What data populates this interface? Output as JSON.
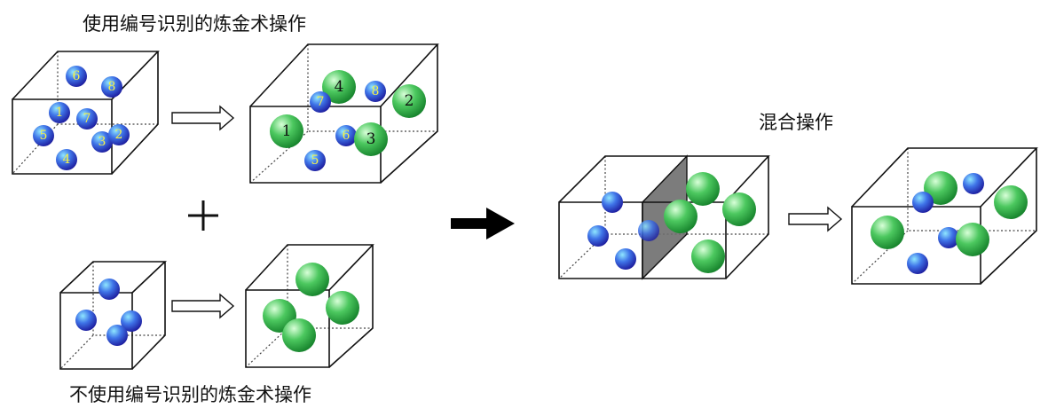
{
  "labels": {
    "with_numbering": "使用编号识别的炼金术操作",
    "without_numbering": "不使用编号识别的炼金术操作",
    "mixing": "混合操作"
  },
  "colors": {
    "small_ball": "#2f3fd6",
    "small_ball_highlight": "#8fe6ff",
    "large_ball": "#1fa83a",
    "large_ball_highlight": "#d8ffd8",
    "small_number": "#f4f24a",
    "large_number": "#111111",
    "partition": "#6e6e6e"
  },
  "panel_with_numbering": {
    "before_numbers": [
      "6",
      "8",
      "1",
      "7",
      "5",
      "3",
      "2",
      "4"
    ],
    "after_small_numbers": [
      "8",
      "7",
      "6",
      "5"
    ],
    "after_large_numbers": [
      "4",
      "2",
      "1",
      "3"
    ]
  },
  "icons": {
    "plus": "plus-sign",
    "hollow_arrow": "hollow-right-arrow-icon",
    "solid_arrow": "solid-right-arrow-icon"
  }
}
